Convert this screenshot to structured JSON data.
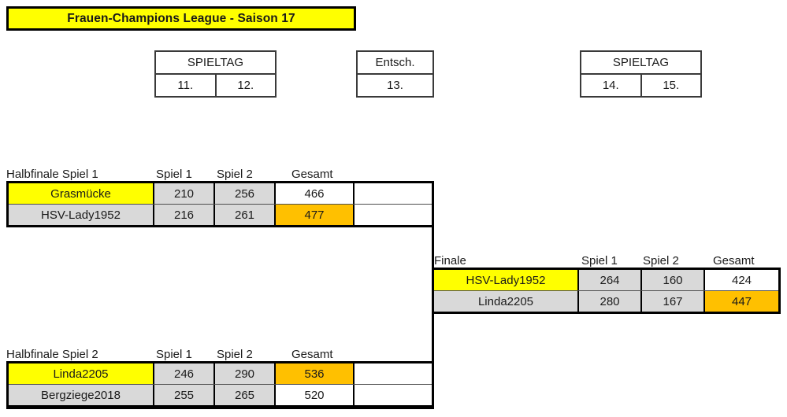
{
  "title": {
    "text": "Frauen-Champions League - Saison 17",
    "bg_color": "#FFFF00",
    "border_color": "#000000"
  },
  "matchday_boxes": [
    {
      "name": "spieltag-left",
      "header": "SPIELTAG",
      "cells": [
        "11.",
        "12."
      ]
    },
    {
      "name": "entscheidung",
      "header": "Entsch.",
      "cells": [
        "13."
      ]
    },
    {
      "name": "spieltag-right",
      "header": "SPIELTAG",
      "cells": [
        "14.",
        "15."
      ]
    }
  ],
  "columns": {
    "spiel1": "Spiel 1",
    "spiel2": "Spiel 2",
    "gesamt": "Gesamt"
  },
  "matches": [
    {
      "id": "halbfinale-1",
      "label": "Halbfinale Spiel 1",
      "rows": [
        {
          "team": "Grasmücke",
          "spiel1": "210",
          "spiel2": "256",
          "gesamt": "466",
          "seeded": true,
          "winner": false
        },
        {
          "team": "HSV-Lady1952",
          "spiel1": "216",
          "spiel2": "261",
          "gesamt": "477",
          "seeded": false,
          "winner": true
        }
      ]
    },
    {
      "id": "halbfinale-2",
      "label": "Halbfinale Spiel 2",
      "rows": [
        {
          "team": "Linda2205",
          "spiel1": "246",
          "spiel2": "290",
          "gesamt": "536",
          "seeded": true,
          "winner": true
        },
        {
          "team": "Bergziege2018",
          "spiel1": "255",
          "spiel2": "265",
          "gesamt": "520",
          "seeded": false,
          "winner": false
        }
      ]
    },
    {
      "id": "finale",
      "label": "Finale",
      "rows": [
        {
          "team": "HSV-Lady1952",
          "spiel1": "264",
          "spiel2": "160",
          "gesamt": "424",
          "seeded": true,
          "winner": false
        },
        {
          "team": "Linda2205",
          "spiel1": "280",
          "spiel2": "167",
          "gesamt": "447",
          "seeded": false,
          "winner": true
        }
      ]
    }
  ],
  "colors": {
    "highlight_yellow": "#FFFF00",
    "winner_orange": "#FFC000",
    "cell_gray": "#D9D9D9",
    "border_black": "#000000"
  }
}
